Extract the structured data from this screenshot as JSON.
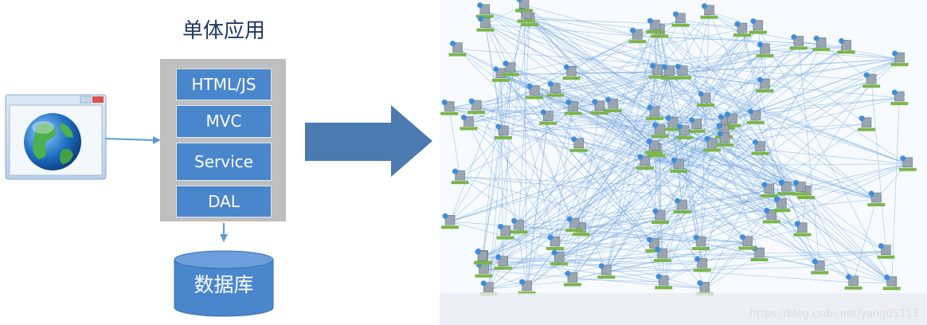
{
  "diagram": {
    "title": "单体应用",
    "layers": [
      {
        "label": "HTML/JS"
      },
      {
        "label": "MVC"
      },
      {
        "label": "Service"
      },
      {
        "label": "DAL"
      }
    ],
    "database_label": "数据库",
    "browser_icon": "browser-globe-icon",
    "network_image": "microservices-network-graph",
    "watermark": "https://blog.csdn.net/yang05113"
  },
  "colors": {
    "layer_blue": "#4a86cc",
    "box_gray": "#bfbfbf",
    "arrow_blue": "#4a7ab0",
    "line_blue": "#6fa3dc",
    "node_green": "#7ab648",
    "title_dark": "#1f3864"
  }
}
